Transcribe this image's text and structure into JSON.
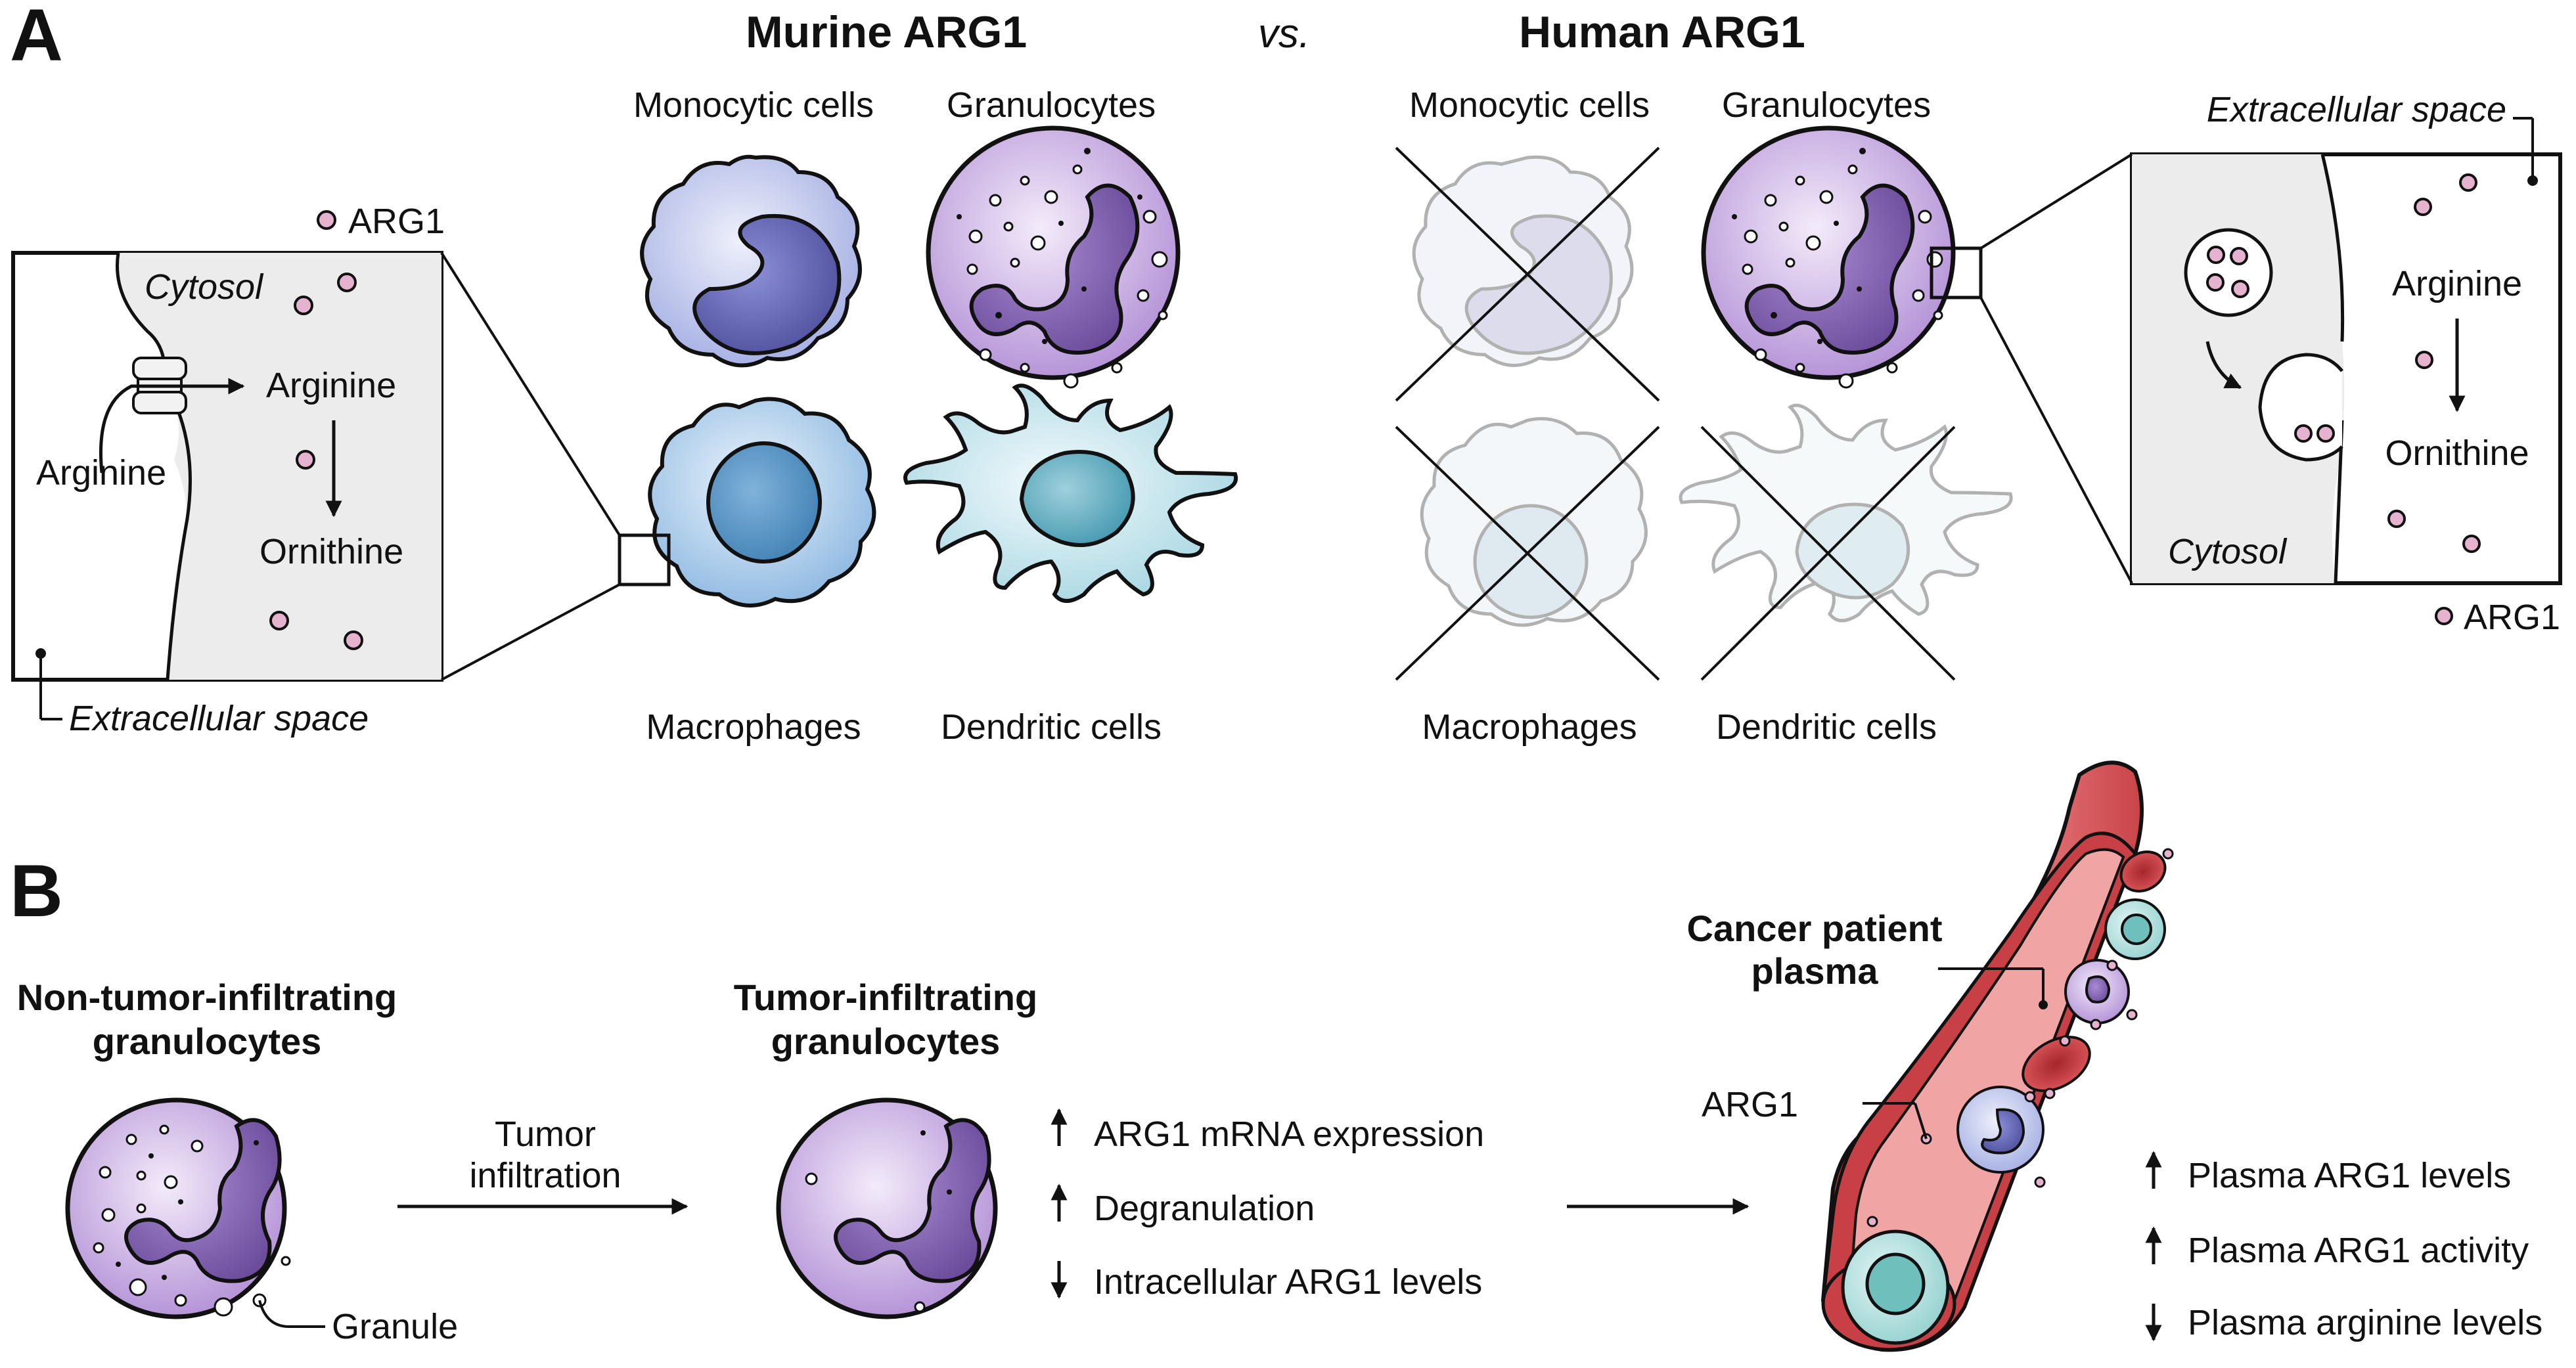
{
  "panel_a": {
    "letter": "A",
    "murine_title": "Murine ARG1",
    "vs": "vs.",
    "human_title": "Human ARG1",
    "cell_labels": {
      "monocytic": "Monocytic cells",
      "granulocytes": "Granulocytes",
      "macrophages": "Macrophages",
      "dendritic": "Dendritic cells"
    },
    "left_inset": {
      "arg1": "ARG1",
      "cytosol": "Cytosol",
      "arginine_out": "Arginine",
      "arginine_in": "Arginine",
      "ornithine": "Ornithine",
      "extracellular": "Extracellular space"
    },
    "right_inset": {
      "extracellular": "Extracellular space",
      "arginine": "Arginine",
      "ornithine": "Ornithine",
      "cytosol": "Cytosol",
      "arg1": "ARG1"
    }
  },
  "panel_b": {
    "letter": "B",
    "non_tumor_line1": "Non-tumor-infiltrating",
    "non_tumor_line2": "granulocytes",
    "granule": "Granule",
    "tumor_infiltration_line1": "Tumor",
    "tumor_infiltration_line2": "infiltration",
    "tumor_line1": "Tumor-infiltrating",
    "tumor_line2": "granulocytes",
    "changes": [
      {
        "dir": "up",
        "text": "ARG1 mRNA expression"
      },
      {
        "dir": "up",
        "text": "Degranulation"
      },
      {
        "dir": "down",
        "text": "Intracellular ARG1 levels"
      }
    ],
    "plasma_line1": "Cancer patient",
    "plasma_line2": "plasma",
    "vessel_arg1": "ARG1",
    "plasma_changes": [
      {
        "dir": "up",
        "text": "Plasma ARG1 levels"
      },
      {
        "dir": "up",
        "text": "Plasma ARG1 activity"
      },
      {
        "dir": "down",
        "text": "Plasma arginine levels"
      }
    ]
  },
  "colors": {
    "arg1_dot": "#e6b3cf",
    "granulocyte": "#c7a9df",
    "nucleus": "#7a5aa8",
    "monocyte": "#b7bfe8",
    "macrophage": "#a9c9e9",
    "dendritic": "#bfe1ea",
    "vessel": "#e06b6f",
    "cytosol": "#ececec"
  }
}
